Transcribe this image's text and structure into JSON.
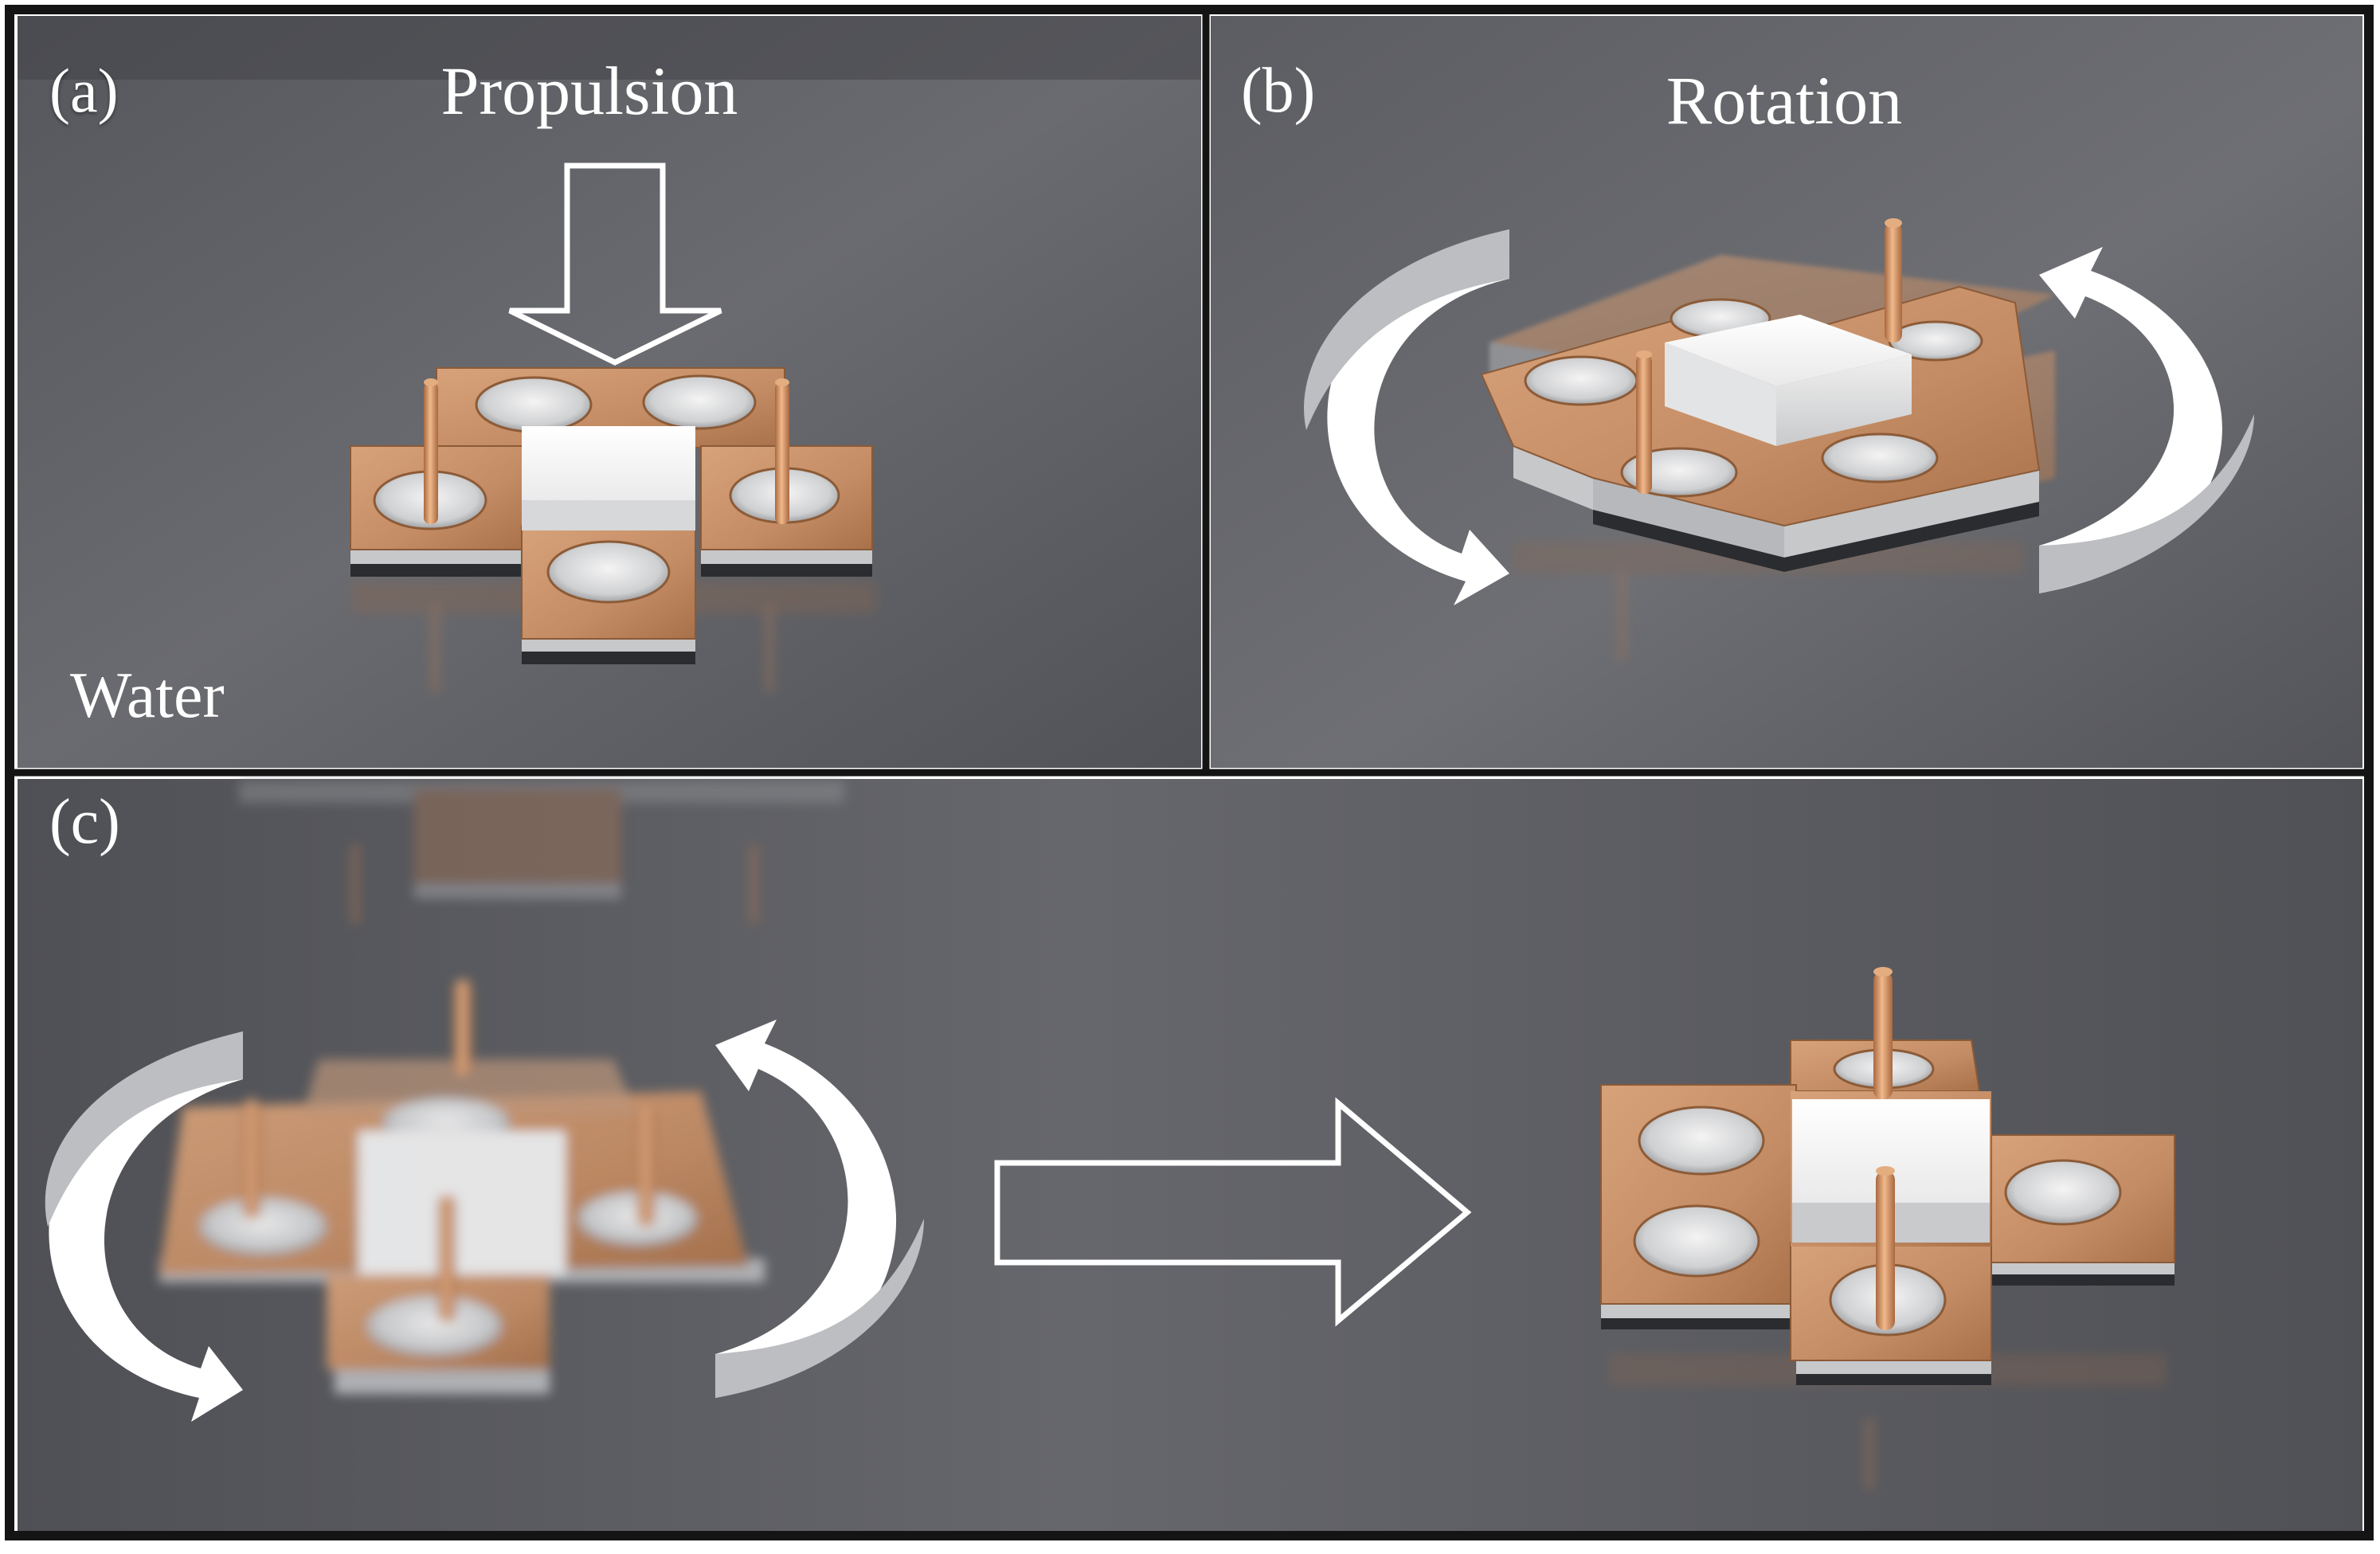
{
  "panels": {
    "a": {
      "label": "(a)",
      "title": "Propulsion",
      "medium": "Water"
    },
    "b": {
      "label": "(b)",
      "title": "Rotation"
    },
    "c": {
      "label": "(c)"
    }
  },
  "colors": {
    "copper": "#c9906a",
    "copper_dark": "#a46c47",
    "background": "#5b5c62",
    "frame": "#141414",
    "arrow": "#ffffff"
  }
}
